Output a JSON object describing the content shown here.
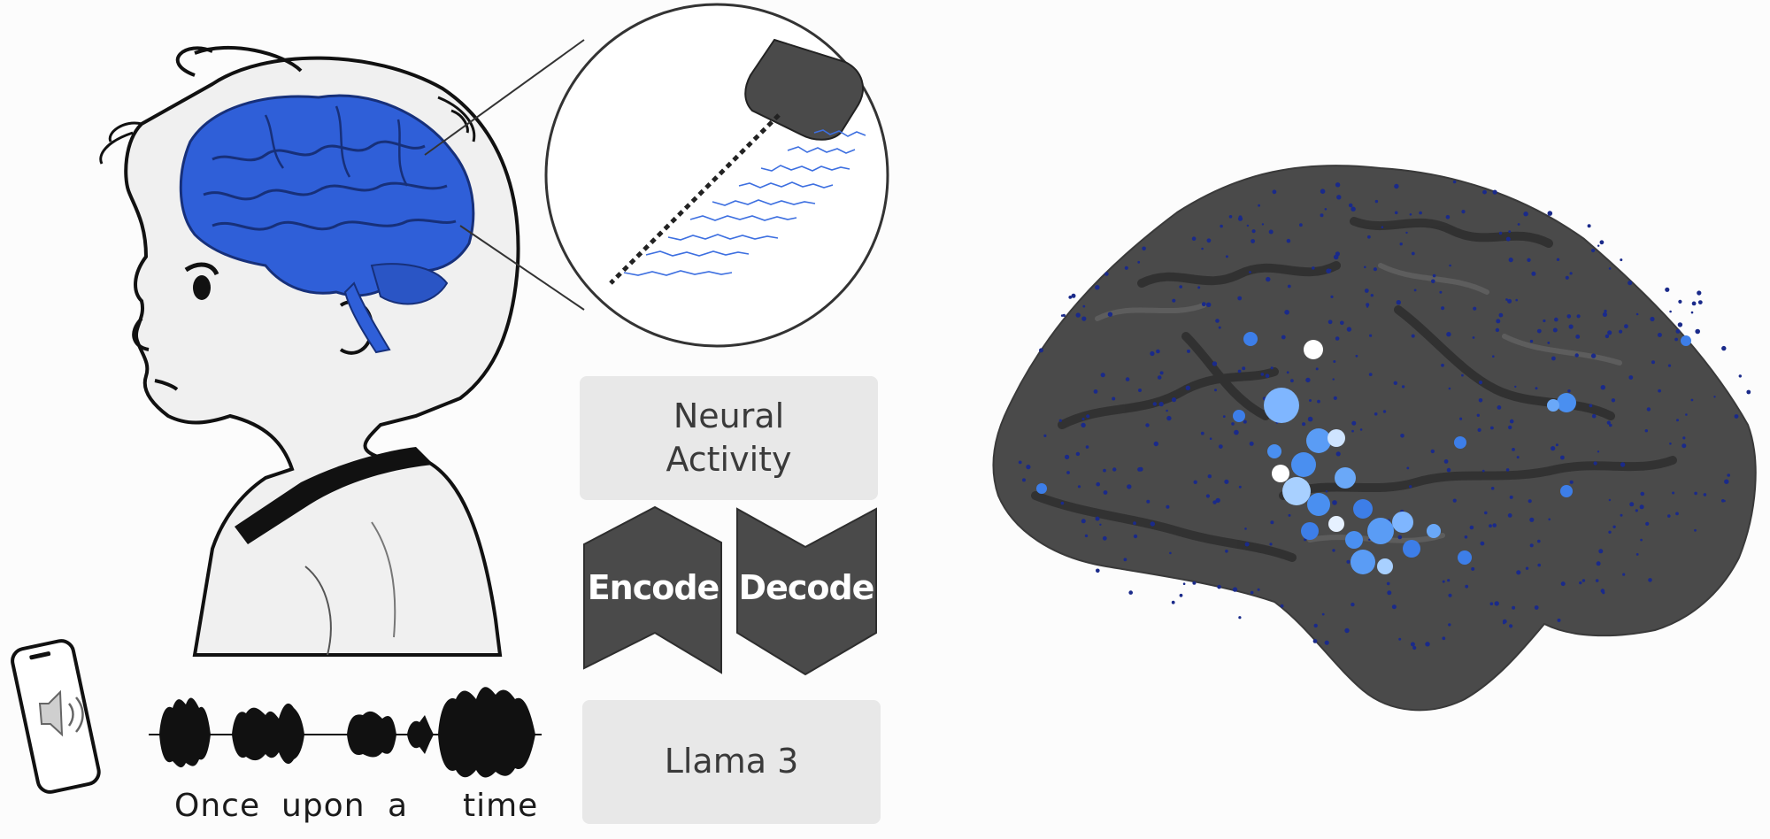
{
  "pipeline": {
    "neural_activity": "Neural Activity",
    "encode": "Encode",
    "decode": "Decode",
    "model": "Llama 3"
  },
  "caption": {
    "words": [
      "Once",
      "upon",
      "a",
      "time"
    ]
  },
  "colors": {
    "brain_blue": "#2f5fd8",
    "cortex_gray": "#4a4a4a",
    "box_gray": "#e8e8e8",
    "chevron_gray": "#4a4a4a",
    "electrode_blue": "#4a8ff0"
  },
  "icons": [
    "phone-speaker-icon",
    "electrode-icon",
    "brain-icon"
  ]
}
